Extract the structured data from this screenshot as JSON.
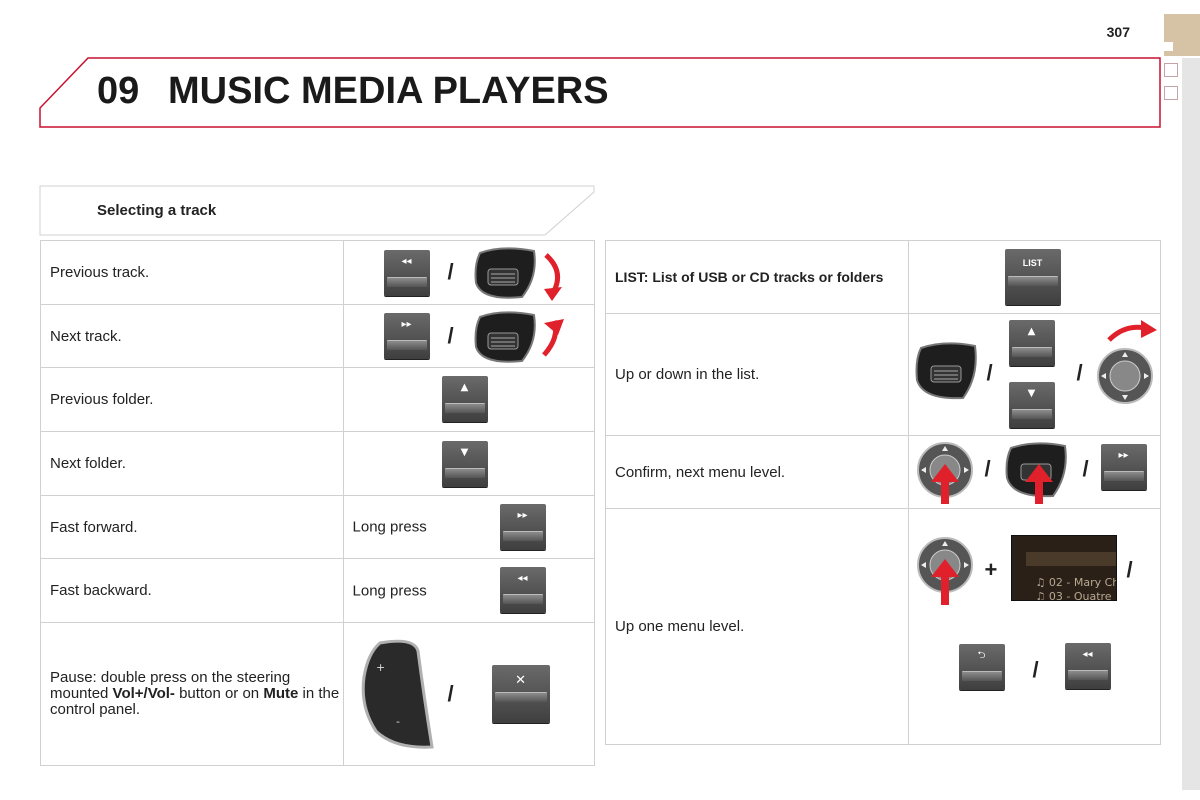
{
  "header": {
    "page_number": "307",
    "chapter_number": "09",
    "chapter_title": "MUSIC MEDIA PLAYERS"
  },
  "section": {
    "title": "Selecting a track"
  },
  "left_rows": [
    {
      "label": "Previous track."
    },
    {
      "label": "Next track."
    },
    {
      "label": "Previous folder."
    },
    {
      "label": "Next folder."
    },
    {
      "label": "Fast forward.",
      "note": "Long press"
    },
    {
      "label": "Fast backward.",
      "note": "Long press"
    },
    {
      "label_before_vol": "Pause: double press on the steering mounted ",
      "vol": "Vol+/Vol-",
      "label_mid": " button or on ",
      "mute": "Mute",
      "label_after": " in the control panel."
    }
  ],
  "right_rows": [
    {
      "label": "LIST: List of USB or CD tracks or folders"
    },
    {
      "label": "Up or down in the list."
    },
    {
      "label": "Confirm, next menu level."
    },
    {
      "label": "Up one menu level."
    }
  ],
  "buttons": {
    "list_label": "LIST",
    "rewind_glyph": "◂◂",
    "forward_glyph": "▸▸",
    "up_glyph": "▲",
    "down_glyph": "▼",
    "mute_glyph": "✕",
    "back_glyph": "⮌"
  },
  "separators": {
    "slash": "/",
    "plus": "+"
  },
  "screen": {
    "line1": "♫ 02 - Mary Ch",
    "line2": "♫ 03 - Quatre"
  },
  "colors": {
    "accent_red": "#c8102e",
    "tab_tan": "#d6c3a6",
    "arrow_red": "#e0202a"
  }
}
